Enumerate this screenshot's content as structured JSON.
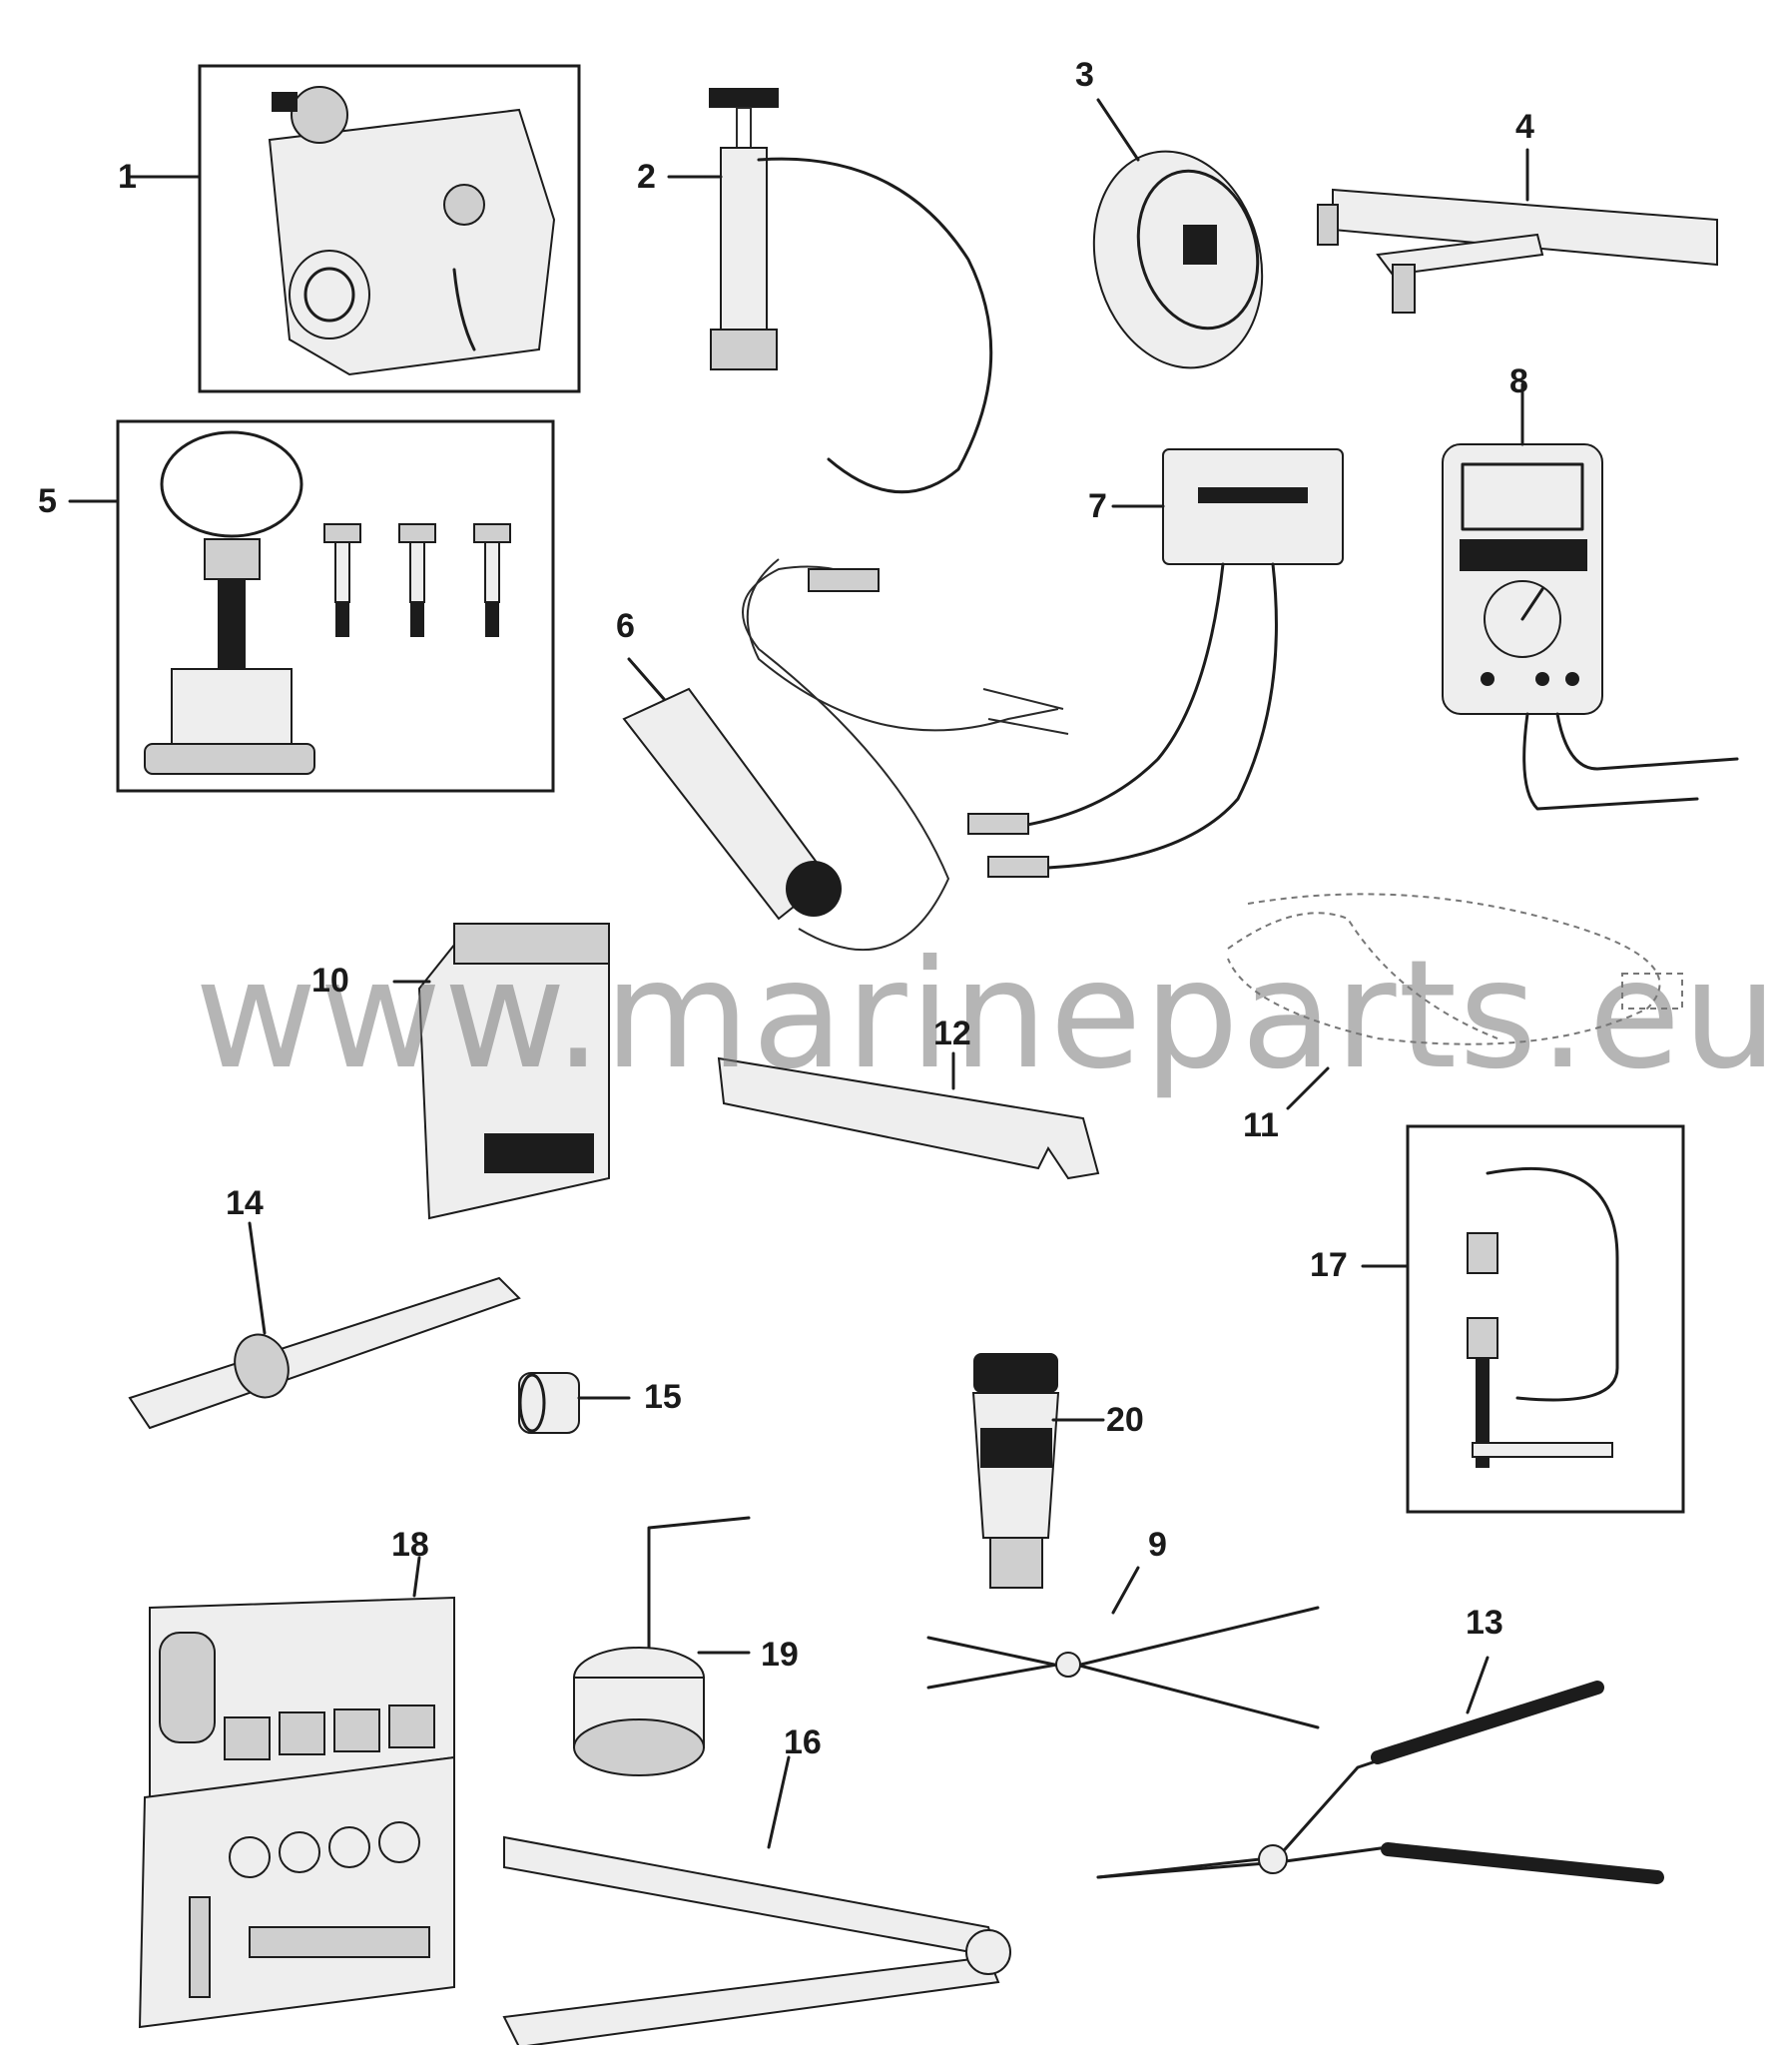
{
  "watermark": "www.marineparts.eu",
  "callouts": {
    "c1": "1",
    "c2": "2",
    "c3": "3",
    "c4": "4",
    "c5": "5",
    "c6": "6",
    "c7": "7",
    "c8": "8",
    "c9": "9",
    "c10": "10",
    "c11": "11",
    "c12": "12",
    "c13": "13",
    "c14": "14",
    "c15": "15",
    "c16": "16",
    "c17": "17",
    "c18": "18",
    "c19": "19",
    "c20": "20"
  }
}
